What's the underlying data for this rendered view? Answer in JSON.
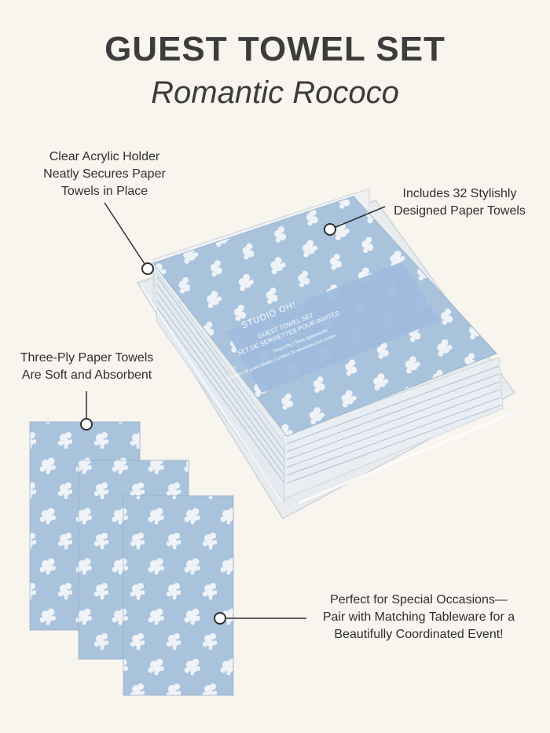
{
  "header": {
    "title": "GUEST TOWEL SET",
    "subtitle": "Romantic Rococo"
  },
  "callouts": {
    "holder": {
      "line1": "Clear Acrylic Holder",
      "line2": "Neatly Secures Paper",
      "line3": "Towels in Place"
    },
    "towels_count": {
      "line1": "Includes 32 Stylishly",
      "line2": "Designed Paper Towels"
    },
    "three_ply": {
      "line1": "Three-Ply Paper Towels",
      "line2": "Are Soft and Absorbent"
    },
    "occasions": {
      "line1": "Perfect for Special Occasions—",
      "line2": "Pair with Matching Tableware for a",
      "line3": "Beautifully Coordinated Event!"
    }
  },
  "product_band": {
    "brand": "STUDIO OH!",
    "line1": "GUEST TOWEL SET",
    "line2": "SET DE SERVIETTES POUR INVITÉS",
    "line3": "Three-Ply | Trois épaisseurs",
    "line4": "Contains 32 guest towels | Contient 32 serviettes pour invités"
  },
  "colors": {
    "background": "#f8f4ee",
    "towel_blue": "#a9c3dd",
    "band_blue": "#9ebadc",
    "flower_white": "#f3f6fa",
    "line_dark": "#2f2f2f"
  }
}
